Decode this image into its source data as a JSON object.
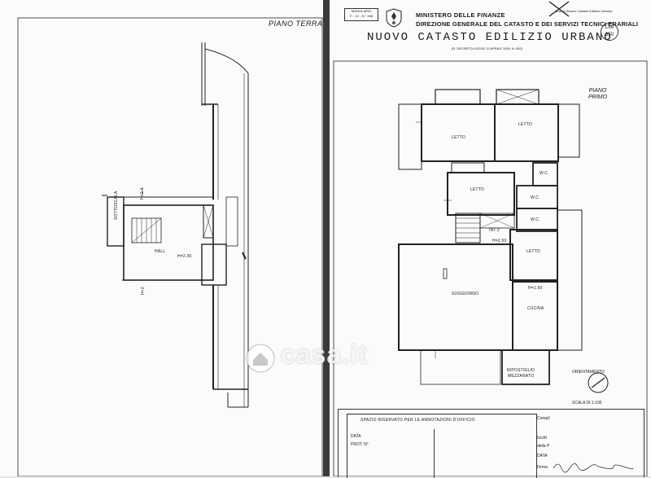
{
  "left_sheet": {
    "title": "PIANO TERRA",
    "rooms": {
      "sottoscala": "SOTTOSCALA",
      "hall": "HALL",
      "height": "H=2.30"
    },
    "dims": {
      "d1": "H=2.4",
      "d2": "H=2"
    }
  },
  "header": {
    "modulario": "MODULARIO\nF. - 12 - N.° 456",
    "ministero": "MINISTERO DELLE FINANZE",
    "direzione": "DIREZIONE GENERALE DEL CATASTO E DEI SERVIZI TECNICI ERARIALI",
    "catasto": "NUOVO CATASTO EDILIZIO URBANO",
    "decreto": "(R. DECRETO-LEGGE 13 APRILE 1939, N. 652)",
    "mod_note": "Mod. A (Nuovo Catasto Edilizio Urbano)",
    "lire_label": "Lire",
    "lire_value": "350"
  },
  "right_sheet": {
    "title_line1": "PIANO",
    "title_line2": "PRIMO",
    "rooms": {
      "letto1": "LETTO",
      "letto2": "LETTO",
      "letto3": "LETTO",
      "letto4": "LETTO",
      "wc1": "W.C.",
      "wc2": "W.C.",
      "wc3": "W.C.",
      "soggiorno": "SOGGIORNO",
      "cucina": "CUCINA",
      "ripostiglio": "RIPOSTIGLIO",
      "mezzanato": "MEZZANATO",
      "h250": "H=2.50",
      "h160": "H=1.60",
      "int3": "INT.3"
    },
    "orientamento": "ORIENTAMENTO",
    "scala": "SCALA DI 1:100"
  },
  "annotations": {
    "title": "SPAZIO RISERVATO PER LE ANNOTAZIONI D'UFFICIO",
    "data": "DATA",
    "prot": "PROT. N°",
    "compilata": "Compil",
    "iscritto": "Iscritt",
    "della": "della P",
    "data2": "DATA",
    "firma": "Firma"
  },
  "watermark": {
    "text": "casa.it"
  }
}
